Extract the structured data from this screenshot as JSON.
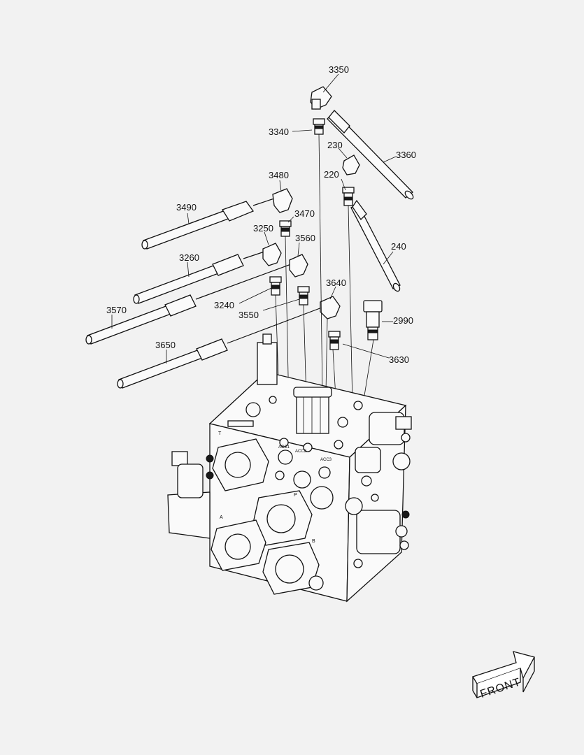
{
  "callouts": {
    "c3350": "3350",
    "c3340": "3340",
    "c3360": "3360",
    "c230": "230",
    "c220": "220",
    "c240": "240",
    "c3480": "3480",
    "c3490": "3490",
    "c3470": "3470",
    "c3250": "3250",
    "c3560": "3560",
    "c3260": "3260",
    "c3240": "3240",
    "c3550": "3550",
    "c3640": "3640",
    "c3570": "3570",
    "c2990": "2990",
    "c3650": "3650",
    "c3630": "3630"
  },
  "front_label": "FRONT",
  "port_labels": {
    "acc1": "ACC1",
    "acc2": "ACC2",
    "acc3": "ACC3",
    "t": "T",
    "p": "P",
    "a": "A",
    "b": "B"
  }
}
